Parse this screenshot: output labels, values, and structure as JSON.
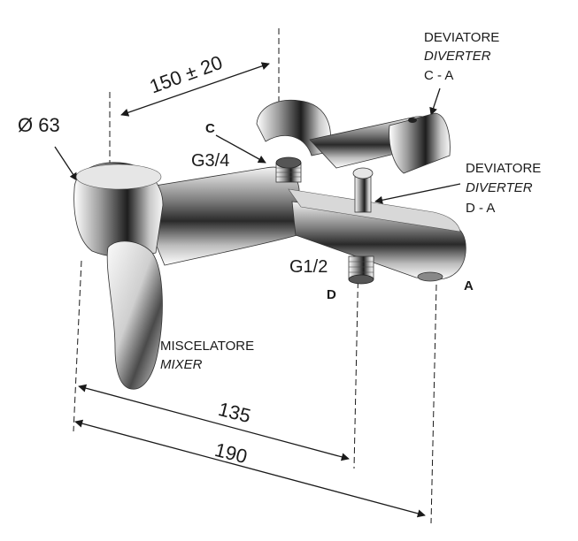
{
  "dimensions": {
    "diameter": "Ø 63",
    "depth": "150 ± 20",
    "width_inner": "135",
    "width_total": "190"
  },
  "inlets": {
    "c_letter": "C",
    "c_thread": "G3/4",
    "d_thread": "G1/2",
    "d_letter": "D",
    "a_letter": "A"
  },
  "diverter_top": {
    "it": "DEVIATORE",
    "en": "DIVERTER",
    "path": "C - A"
  },
  "diverter_mid": {
    "it": "DEVIATORE",
    "en": "DIVERTER",
    "path": "D - A"
  },
  "mixer": {
    "it": "MISCELATORE",
    "en": "MIXER"
  }
}
